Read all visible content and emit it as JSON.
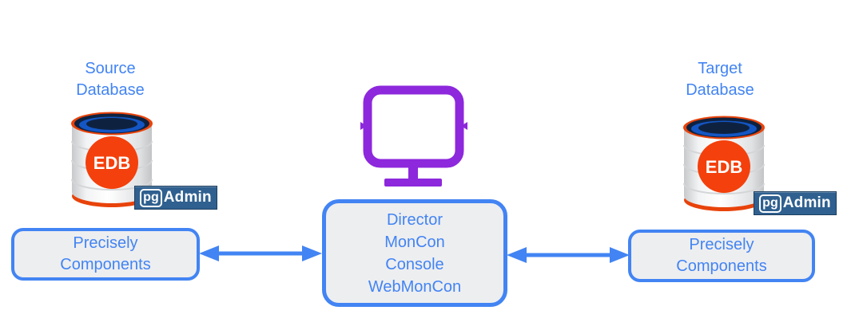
{
  "diagram": {
    "source_label": {
      "line1": "Source",
      "line2": "Database"
    },
    "target_label": {
      "line1": "Target",
      "line2": "Database"
    },
    "left_box": {
      "line1": "Precisely",
      "line2": "Components"
    },
    "right_box": {
      "line1": "Precisely",
      "line2": "Components"
    },
    "center_box": {
      "lines": [
        "Director",
        "MonCon",
        "Console",
        "WebMonCon"
      ]
    },
    "pgadmin_badge": {
      "pg": "pg",
      "admin": "Admin"
    },
    "edb_logo_text": "EDB",
    "icons": {
      "monitor": "monitor-icon",
      "source_database": "database-cylinder-icon",
      "target_database": "database-cylinder-icon",
      "arrows": "bidirectional-arrow-icon"
    },
    "colors": {
      "accent_blue": "#4284F3",
      "box_fill": "#EDEEF0",
      "monitor_purple": "#8D28DC",
      "edb_orange": "#F4400C",
      "cylinder_rim_orange": "#E8430B",
      "cylinder_top_navy": "#0E2240",
      "cylinder_top_blue": "#1456C4",
      "pgadmin_navy": "#2F608F"
    }
  }
}
